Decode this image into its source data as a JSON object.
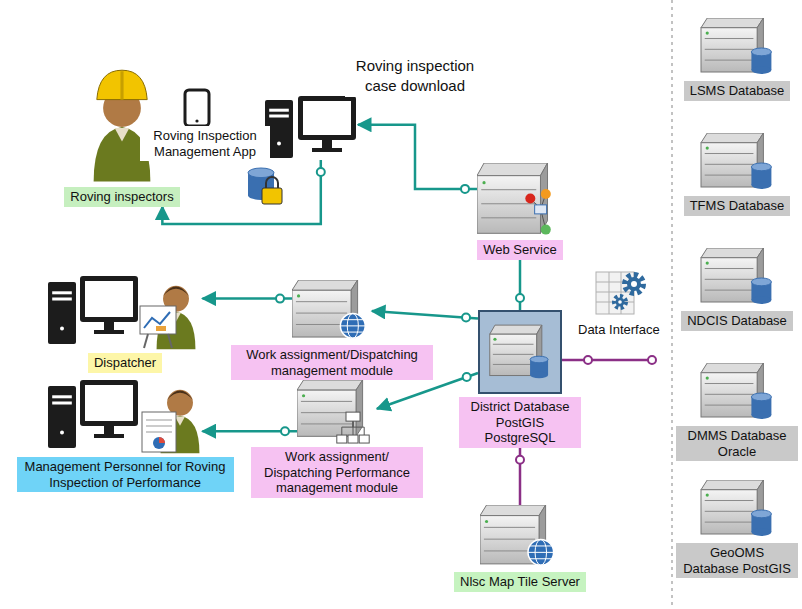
{
  "diagram": {
    "nodes": [
      {
        "text": [
          "Roving inspectors"
        ]
      },
      {
        "text": [
          "Roving Inspection Management App"
        ]
      },
      {
        "text": [
          "Web Service"
        ]
      },
      {
        "text": [
          "Dispatcher"
        ]
      },
      {
        "text": [
          "Work assignment/Dispatching management module"
        ]
      },
      {
        "text": [
          "District Database PostGIS PostgreSQL"
        ]
      },
      {
        "text": [
          "Management Personnel for Roving Inspection of Performance"
        ]
      },
      {
        "text": [
          "Work assignment/ Dispatching Performance management module"
        ]
      },
      {
        "text": [
          "Nlsc Map Tile Server"
        ]
      },
      {
        "text": [
          "LSMS Database"
        ]
      },
      {
        "text": [
          "TFMS Database"
        ]
      },
      {
        "text": [
          "NDCIS Database"
        ]
      },
      {
        "text": [
          "DMMS Database Oracle"
        ]
      },
      {
        "text": [
          "GeoOMS Database PostGIS"
        ]
      }
    ],
    "edges": [
      {
        "from": 2,
        "to": 1,
        "label": "Roving inspection case download",
        "arrow": "to"
      },
      {
        "from": 1,
        "to": 0,
        "arrow": "to"
      },
      {
        "from": 5,
        "to": 2,
        "arrow": "none"
      },
      {
        "from": 5,
        "to": 4,
        "arrow": "to"
      },
      {
        "from": 4,
        "to": 3,
        "arrow": "to"
      },
      {
        "from": 5,
        "to": 7,
        "arrow": "to"
      },
      {
        "from": 7,
        "to": 6,
        "arrow": "to"
      },
      {
        "from": 5,
        "to": 8,
        "arrow": "none"
      }
    ],
    "labels": [
      "Data Interface"
    ]
  }
}
